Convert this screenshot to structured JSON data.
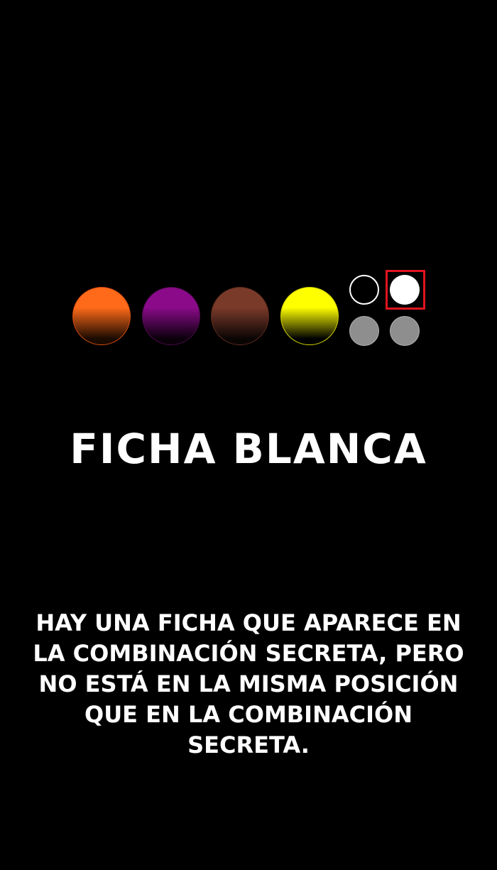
{
  "pegs": [
    {
      "color": "orange",
      "top_color": "#ff6a1a",
      "bottom_color": "#1a0a00",
      "rim": "#d04a10"
    },
    {
      "color": "purple",
      "top_color": "#8a0a8a",
      "bottom_color": "#0a000a",
      "rim": "#4a0a4a"
    },
    {
      "color": "brown",
      "top_color": "#7a3a2a",
      "bottom_color": "#0a0505",
      "rim": "#5a2a1a"
    },
    {
      "color": "yellow",
      "top_color": "#ffff00",
      "bottom_color": "#000000",
      "rim": "#d0d000"
    }
  ],
  "key_pegs": [
    {
      "kind": "empty"
    },
    {
      "kind": "white",
      "highlighted": true
    },
    {
      "kind": "gray"
    },
    {
      "kind": "gray"
    }
  ],
  "accent": "#e0141e",
  "title": "FICHA BLANCA",
  "description": "HAY UNA FICHA QUE APARECE EN LA COMBINACIÓN SECRETA, PERO NO ESTÁ EN LA MISMA POSICIÓN QUE EN LA COMBINACIÓN SECRETA."
}
